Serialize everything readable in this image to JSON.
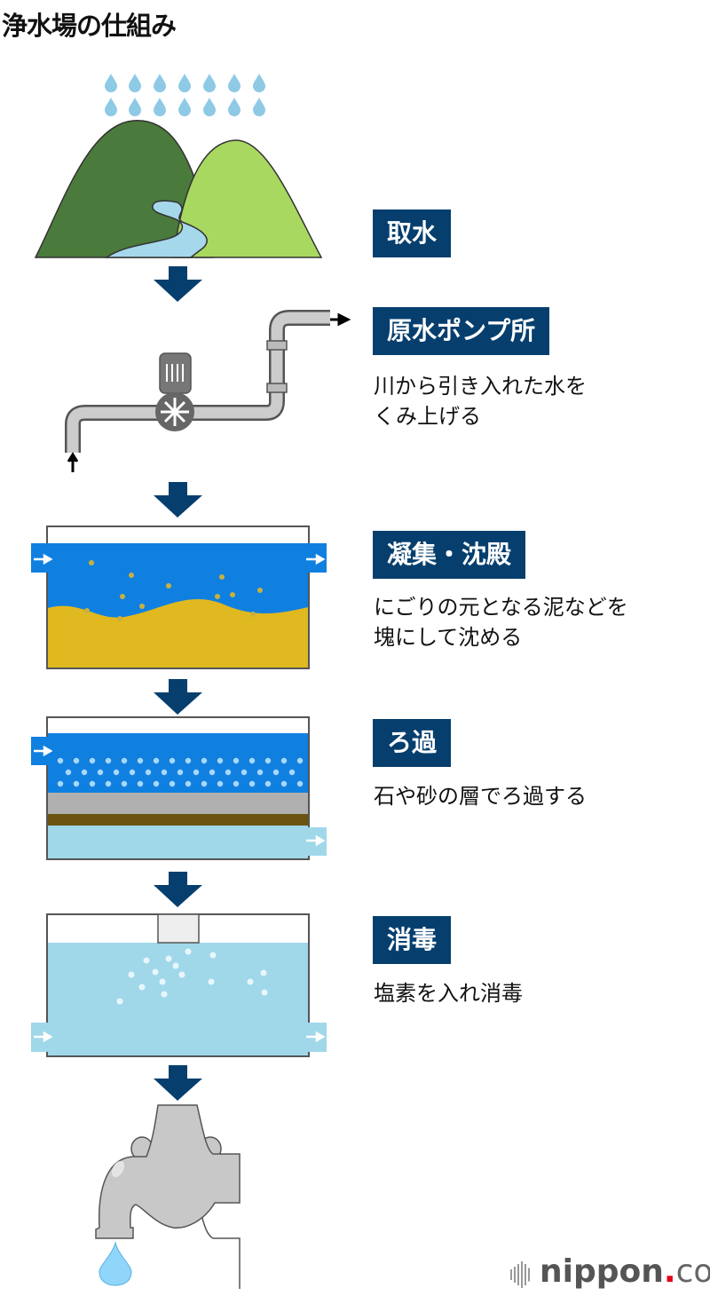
{
  "title": "浄水場の仕組み",
  "steps": [
    {
      "label": "取水",
      "desc": []
    },
    {
      "label": "原水ポンプ所",
      "desc": [
        "川から引き入れた水を",
        "くみ上げる"
      ]
    },
    {
      "label": "凝集・沈殿",
      "desc": [
        "にごりの元となる泥などを",
        "塊にして沈める"
      ]
    },
    {
      "label": "ろ過",
      "desc": [
        "石や砂の層でろ過する"
      ]
    },
    {
      "label": "消毒",
      "desc": [
        "塩素を入れ消毒"
      ]
    }
  ],
  "logo": {
    "name": "nippon",
    "dot": ".",
    "suffix": "com"
  },
  "colors": {
    "badge": "#063f6e",
    "arrow": "#063f6e",
    "water_blue": "#1080e0",
    "light_water": "#a0d8ea",
    "sediment": "#e0b820",
    "dark_mountain": "#4a7a3c",
    "light_mountain": "#a8d860"
  }
}
